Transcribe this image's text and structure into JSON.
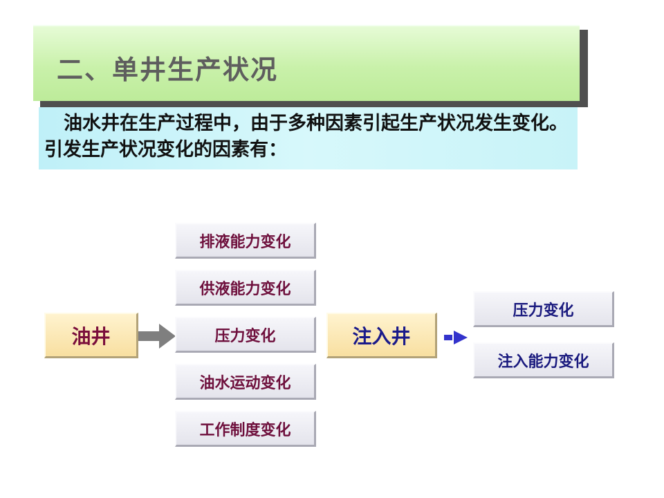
{
  "title": "二、单井生产状况",
  "intro": "油水井在生产过程中，由于多种因素引起生产状况发生变化。引发生产状况变化的因素有：",
  "oil_well": {
    "label": "油井",
    "factors": [
      "排液能力变化",
      "供液能力变化",
      "压力变化",
      "油水运动变化",
      "工作制度变化"
    ]
  },
  "injection_well": {
    "label": "注入井",
    "factors": [
      "压力变化",
      "注入能力变化"
    ]
  },
  "colors": {
    "title_bg": "#c9f1aa",
    "intro_bg": "#c8f3f8",
    "oil_factor_text": "#6e0f3c",
    "inj_factor_text": "#1a1a7e",
    "arrow_gray": "#7f7f7f",
    "arrow_blue": "#3333cc"
  }
}
